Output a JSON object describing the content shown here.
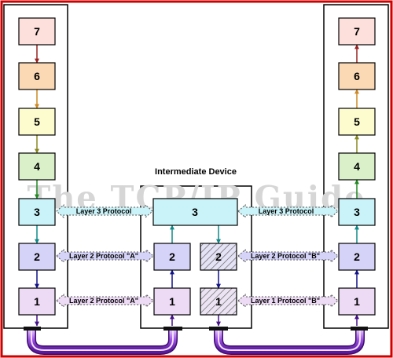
{
  "device_title": "Intermediate Device",
  "watermark": "The TCP/IP Guide",
  "colors": {
    "frame": "#cc0000",
    "layer7": "#fde0dc",
    "layer6": "#fbd9b5",
    "layer5": "#fdfccf",
    "layer4": "#d9f0c8",
    "layer3": "#c9f3f8",
    "layer2": "#d5d3f7",
    "layer1": "#eddaf5",
    "arrow7to6": "#992222",
    "arrow6to5": "#cc8822",
    "arrow5to4": "#888822",
    "arrow4to3": "#228822",
    "arrow3to2": "#118888",
    "arrow2to1": "#111188",
    "arrow1": "#441188",
    "cable": "#7a2fbf"
  },
  "left_stack": {
    "layers": [
      "7",
      "6",
      "5",
      "4",
      "3",
      "2",
      "1"
    ]
  },
  "right_stack": {
    "layers": [
      "7",
      "6",
      "5",
      "4",
      "3",
      "2",
      "1"
    ]
  },
  "intermediate": {
    "layer3": "3",
    "left_layer2": "2",
    "left_layer1": "1",
    "right_layer2": "2",
    "right_layer1": "1"
  },
  "protocols": {
    "left_l3": "Layer 3 Protocol",
    "right_l3": "Layer 3 Protocol",
    "left_l2": "Layer 2 Protocol \"A\"",
    "right_l2": "Layer 2 Protocol \"B\"",
    "left_l1": "Layer 2 Protocol \"A\"",
    "right_l1": "Layer 1 Protocol \"B\""
  }
}
